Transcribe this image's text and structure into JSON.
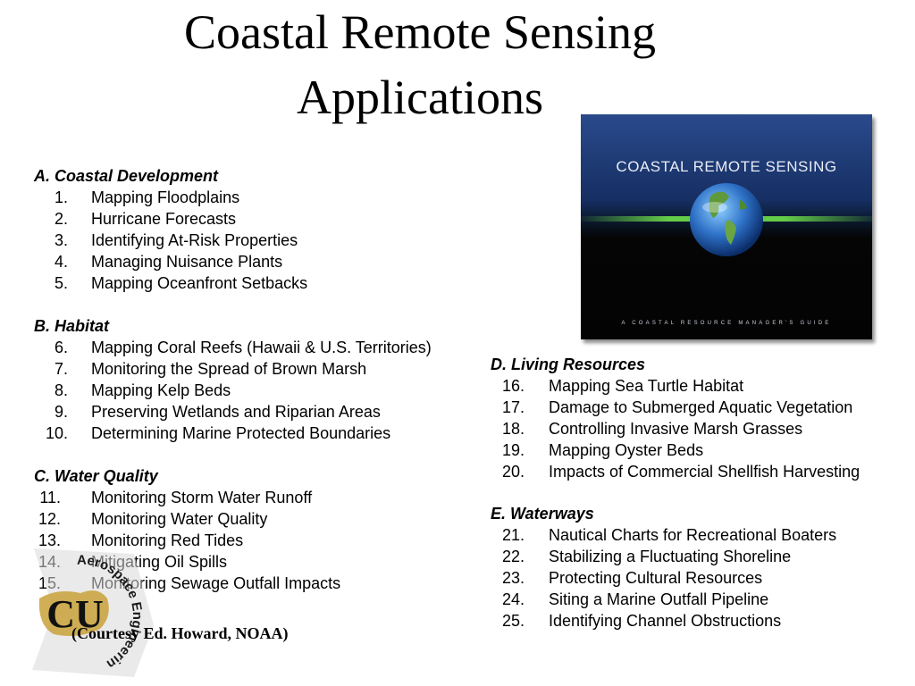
{
  "slide": {
    "title_line1": "Coastal Remote Sensing",
    "title_line2": "Applications",
    "courtesy": "(Courtesy  Ed. Howard, NOAA)"
  },
  "sections": {
    "a": {
      "heading": "A.  Coastal Development",
      "items": [
        {
          "num": "1.",
          "text": "Mapping Floodplains"
        },
        {
          "num": "2.",
          "text": "Hurricane Forecasts"
        },
        {
          "num": "3.",
          "text": "Identifying At-Risk Properties"
        },
        {
          "num": "4.",
          "text": "Managing Nuisance Plants"
        },
        {
          "num": "5.",
          "text": "Mapping Oceanfront Setbacks"
        }
      ]
    },
    "b": {
      "heading": "B.  Habitat",
      "items": [
        {
          "num": "6.",
          "text": "Mapping Coral Reefs (Hawaii & U.S. Territories)"
        },
        {
          "num": "7.",
          "text": "Monitoring the Spread of Brown Marsh"
        },
        {
          "num": "8.",
          "text": "Mapping Kelp Beds"
        },
        {
          "num": "9.",
          "text": "Preserving Wetlands and Riparian Areas"
        },
        {
          "num": "10.",
          "text": "Determining Marine Protected Boundaries"
        }
      ]
    },
    "c": {
      "heading": "C.  Water Quality",
      "items": [
        {
          "num": "11.",
          "text": "Monitoring Storm Water Runoff"
        },
        {
          "num": "12.",
          "text": "Monitoring Water Quality"
        },
        {
          "num": "13.",
          "text": "Monitoring Red Tides"
        },
        {
          "num": "14.",
          "text": "Mitigating Oil Spills"
        },
        {
          "num": "15.",
          "text": "Monitoring Sewage Outfall Impacts"
        }
      ]
    },
    "d": {
      "heading": "D.  Living Resources",
      "items": [
        {
          "num": "16.",
          "text": "Mapping Sea Turtle Habitat"
        },
        {
          "num": "17.",
          "text": "Damage to Submerged Aquatic Vegetation"
        },
        {
          "num": "18.",
          "text": "Controlling Invasive Marsh Grasses"
        },
        {
          "num": "19.",
          "text": "Mapping Oyster Beds"
        },
        {
          "num": "20.",
          "text": "Impacts of Commercial Shellfish Harvesting"
        }
      ]
    },
    "e": {
      "heading": "E.  Waterways",
      "items": [
        {
          "num": "21.",
          "text": "Nautical Charts for Recreational Boaters"
        },
        {
          "num": "22.",
          "text": "Stabilizing a Fluctuating Shoreline"
        },
        {
          "num": "23.",
          "text": "Protecting Cultural Resources"
        },
        {
          "num": "24.",
          "text": "Siting a Marine Outfall Pipeline"
        },
        {
          "num": "25.",
          "text": "Identifying Channel Obstructions"
        }
      ]
    }
  },
  "book_cover": {
    "title": "COASTAL REMOTE SENSING",
    "subtitle": "A COASTAL RESOURCE MANAGER'S GUIDE"
  },
  "logo": {
    "monogram": "CU",
    "ring_text": "Aerospace Engineering"
  },
  "colors": {
    "cover_top": "#1f3c78",
    "cover_bottom": "#050505",
    "cover_glow": "#6ee04a",
    "logo_gold": "#c9a13a"
  }
}
